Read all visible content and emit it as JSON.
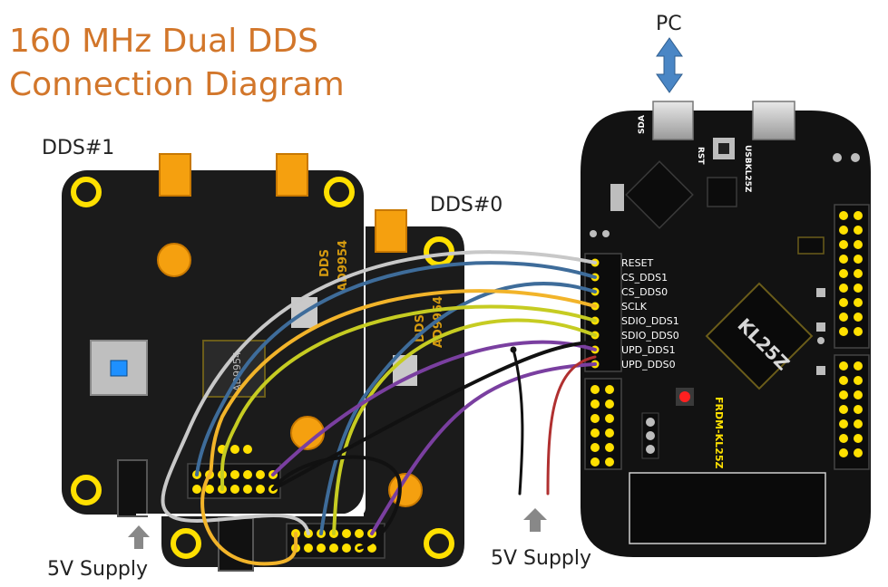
{
  "title": {
    "line1": "160 MHz Dual DDS",
    "line2": "Connection Diagram"
  },
  "labels": {
    "pc": "PC",
    "dds1": "DDS#1",
    "dds0": "DDS#0",
    "supply_left": "5V Supply",
    "supply_right": "5V Supply"
  },
  "dds1_board": {
    "text_dds": "DDS",
    "text_part": "AD9954",
    "chip_text": "AD9954"
  },
  "dds0_board": {
    "text_dds": "DDS",
    "text_part": "AD9954"
  },
  "frdm_board": {
    "sda": "SDA",
    "usb": "USBKL25Z",
    "rst": "RST",
    "chip": "KL25Z",
    "name": "FRDM-KL25Z"
  },
  "signals": [
    "RESET",
    "CS_DDS1",
    "CS_DDS0",
    "SCLK",
    "SDIO_DDS1",
    "SDIO_DDS0",
    "UPD_DDS1",
    "UPD_DDS0"
  ],
  "colors": {
    "title": "#d2762a",
    "board": "#1a1a1a",
    "pad_yellow": "#ffe000",
    "sma_orange": "#f5a00f",
    "wire_gray": "#c8c8c8",
    "wire_blue": "#3e6c9a",
    "wire_orange": "#f2b42a",
    "wire_lime": "#c6cc22",
    "wire_purple": "#7a3fa0",
    "wire_black": "#111111",
    "wire_red": "#b03030",
    "arrow_blue": "#4a86c5"
  }
}
